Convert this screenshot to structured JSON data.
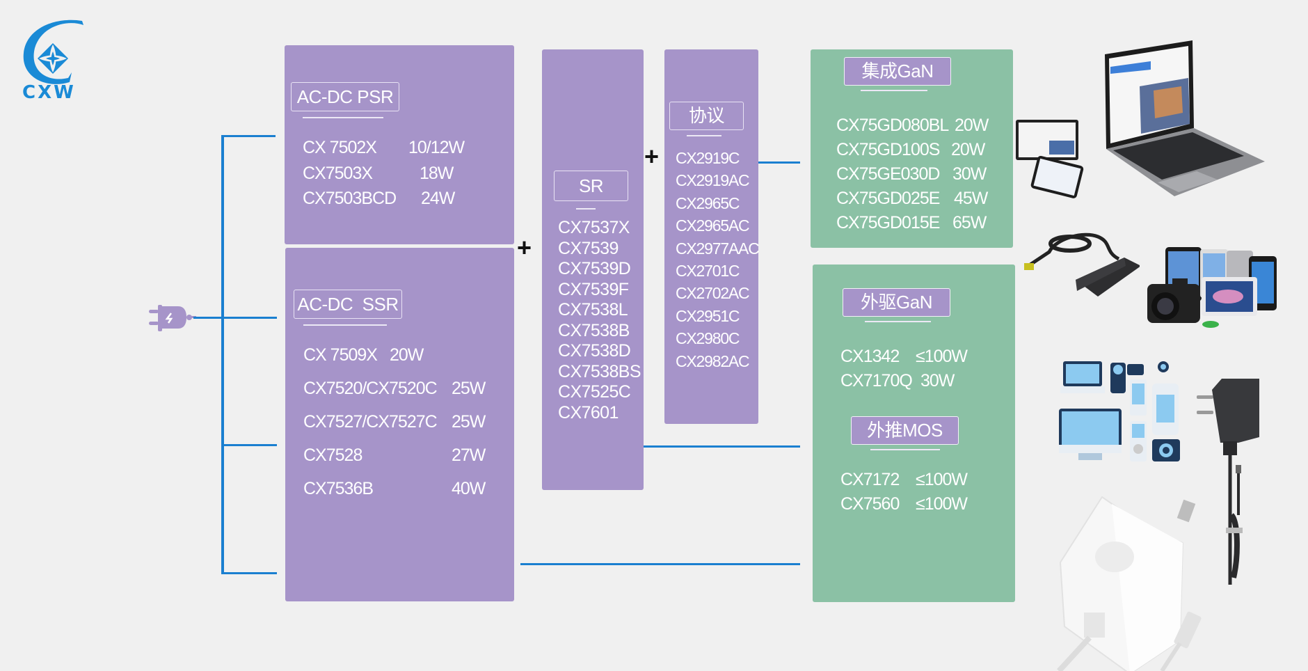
{
  "logo": {
    "text": "CXW",
    "color": "#1a8ad6"
  },
  "colors": {
    "purple": "#a694c9",
    "green": "#8bc1a5",
    "line": "#1a7fd0",
    "background": "#f0f0f0"
  },
  "source_icon": "power-plug-icon",
  "psr": {
    "title": "AC-DC PSR",
    "items": [
      {
        "part": "CX 7502X",
        "power": "10/12W"
      },
      {
        "part": "CX7503X",
        "power": "18W"
      },
      {
        "part": "CX7503BCD",
        "power": "24W"
      }
    ]
  },
  "ssr": {
    "title": "AC-DC  SSR",
    "items": [
      {
        "part": "CX 7509X",
        "power": "20W"
      },
      {
        "part": "CX7520/CX7520C",
        "power": "25W"
      },
      {
        "part": "CX7527/CX7527C",
        "power": "25W"
      },
      {
        "part": "CX7528",
        "power": "27W"
      },
      {
        "part": "CX7536B",
        "power": "40W"
      }
    ]
  },
  "plus_symbol": "+",
  "sr": {
    "title": "SR",
    "items": [
      "CX7537X",
      "CX7539",
      "CX7539D",
      "CX7539F",
      "CX7538L",
      "CX7538B",
      "CX7538D",
      "CX7538BS",
      "CX7525C",
      "CX7601"
    ]
  },
  "protocol": {
    "title": "协议",
    "items": [
      "CX2919C",
      "CX2919AC",
      "CX2965C",
      "CX2965AC",
      "CX2977AAC",
      "CX2701C",
      "CX2702AC",
      "CX2951C",
      "CX2980C",
      "CX2982AC"
    ]
  },
  "integrated_gan": {
    "title": "集成GaN",
    "items": [
      {
        "part": "CX75GD080BL",
        "power": "20W"
      },
      {
        "part": "CX75GD100S",
        "power": "20W"
      },
      {
        "part": "CX75GE030D",
        "power": "30W"
      },
      {
        "part": "CX75GD025E",
        "power": "45W"
      },
      {
        "part": "CX75GD015E",
        "power": "65W"
      }
    ]
  },
  "external_gan": {
    "title": "外驱GaN",
    "items": [
      {
        "part": "CX1342",
        "power": "≤100W"
      },
      {
        "part": "CX7170Q",
        "power": "30W"
      }
    ]
  },
  "external_mos": {
    "title": "外推MOS",
    "items": [
      {
        "part": "CX7172",
        "power": "≤100W"
      },
      {
        "part": "CX7560",
        "power": "≤100W"
      }
    ]
  },
  "product_images": [
    "laptop-tablet-phone-image",
    "laptop-adapter-image",
    "consumer-devices-image",
    "device-icons-illustration",
    "wall-adapter-image",
    "usb-charger-image"
  ]
}
